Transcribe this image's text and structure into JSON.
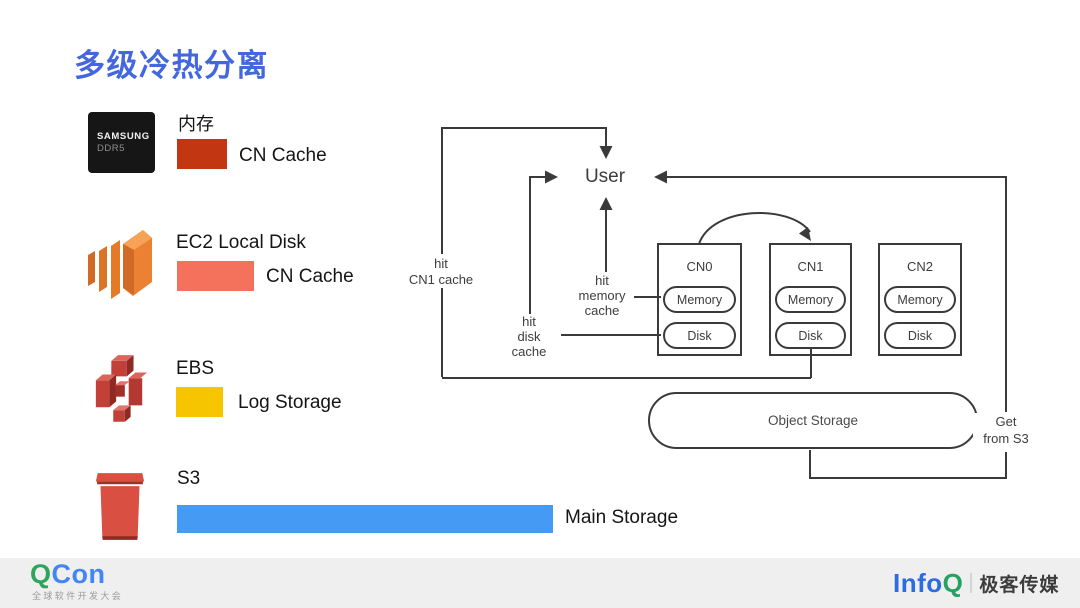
{
  "title": {
    "text": "多级冷热分离",
    "color": "#4467DE"
  },
  "legend": {
    "memory": {
      "chip_line1": "SAMSUNG",
      "chip_line2": "DDR5",
      "label": "内存",
      "swatch_color": "#C23711",
      "swatch_label": "CN Cache"
    },
    "ec2": {
      "label": "EC2 Local Disk",
      "swatch_color": "#F4715C",
      "swatch_label": "CN Cache"
    },
    "ebs": {
      "label": "EBS",
      "swatch_color": "#F7C400",
      "swatch_label": "Log Storage"
    },
    "s3": {
      "label": "S3",
      "bar_color": "#459AF3",
      "bar_label": "Main Storage"
    }
  },
  "diagram": {
    "user": "User",
    "labels": {
      "hit_cn1": "hit\nCN1 cache",
      "hit_memory": "hit\nmemory\ncache",
      "hit_disk": "hit\ndisk\ncache",
      "get_from_s3": "Get\nfrom S3"
    },
    "nodes": [
      {
        "name": "CN0",
        "memory": "Memory",
        "disk": "Disk"
      },
      {
        "name": "CN1",
        "memory": "Memory",
        "disk": "Disk"
      },
      {
        "name": "CN2",
        "memory": "Memory",
        "disk": "Disk"
      }
    ],
    "object_storage": "Object Storage"
  },
  "footer": {
    "qcon": {
      "part1": "Q",
      "part1_color": "#2FA45B",
      "part2": "Con",
      "part2_color": "#4285F4",
      "subtitle": "全球软件开发大会"
    },
    "infoq": {
      "part1": "Info",
      "part1_color": "#2D6BE3",
      "part2": "Q",
      "part2_color": "#26A162",
      "brand": "极客传媒"
    }
  }
}
